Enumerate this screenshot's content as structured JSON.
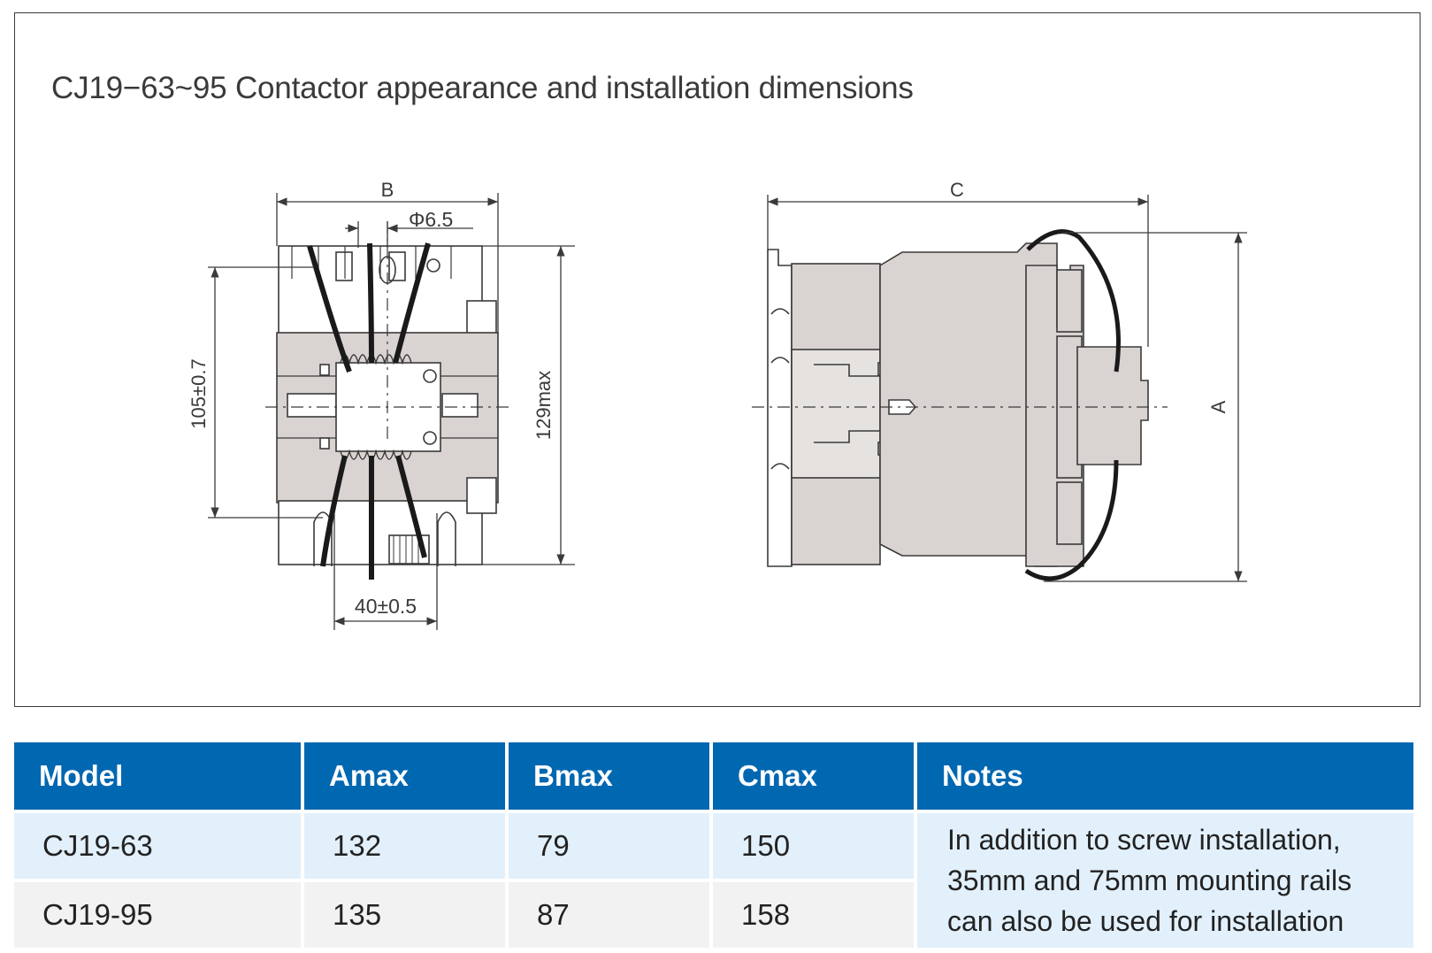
{
  "title": "CJ19−63~95 Contactor appearance and installation dimensions",
  "front_view": {
    "label_b": "B",
    "label_hole": "Φ6.5",
    "label_105": "105±0.7",
    "label_129": "129max",
    "label_40": "40±0.5"
  },
  "side_view": {
    "label_c": "C",
    "label_a": "A"
  },
  "table": {
    "headers": [
      "Model",
      "Amax",
      "Bmax",
      "Cmax",
      "Notes"
    ],
    "rows": [
      {
        "model": "CJ19-63",
        "amax": "132",
        "bmax": "79",
        "cmax": "150"
      },
      {
        "model": "CJ19-95",
        "amax": "135",
        "bmax": "87",
        "cmax": "158"
      }
    ],
    "notes_lines": [
      "In addition to screw installation,",
      "35mm and 75mm mounting rails",
      "can also be used for installation"
    ]
  },
  "colors": {
    "header_blue": "#0067b1",
    "row_light_blue": "#e2f0fb",
    "row_gray": "#f2f2f2",
    "body_gray": "#d9d4d2"
  }
}
